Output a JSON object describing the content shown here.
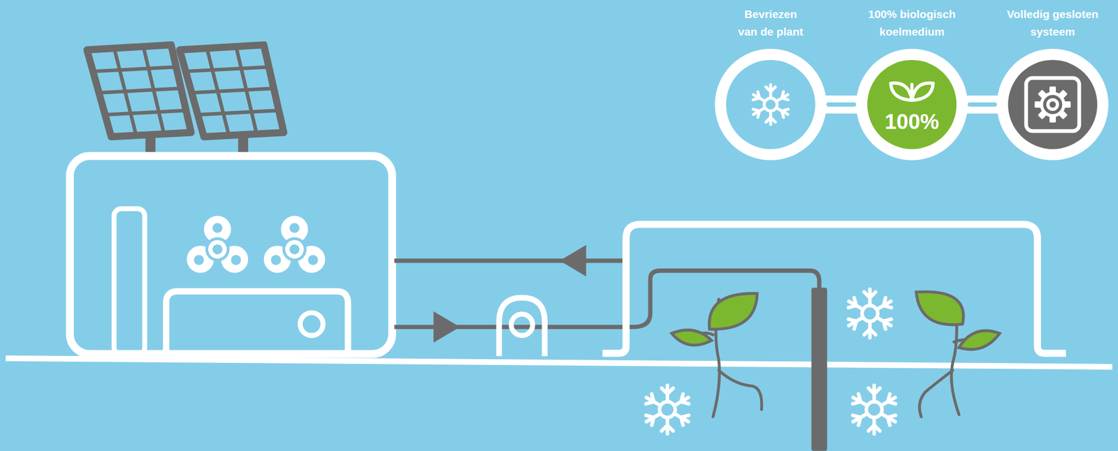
{
  "diagram": {
    "nodes": [
      {
        "text": [
          "Bevriezen van de plant"
        ]
      },
      {
        "text": [
          "100% biologisch koelmedium",
          "100%"
        ]
      },
      {
        "text": [
          "Volledig gesloten systeem"
        ]
      }
    ],
    "edges": [
      {
        "from": 0,
        "to": 1,
        "arrow": "none"
      },
      {
        "from": 1,
        "to": 2,
        "arrow": "none"
      }
    ]
  }
}
